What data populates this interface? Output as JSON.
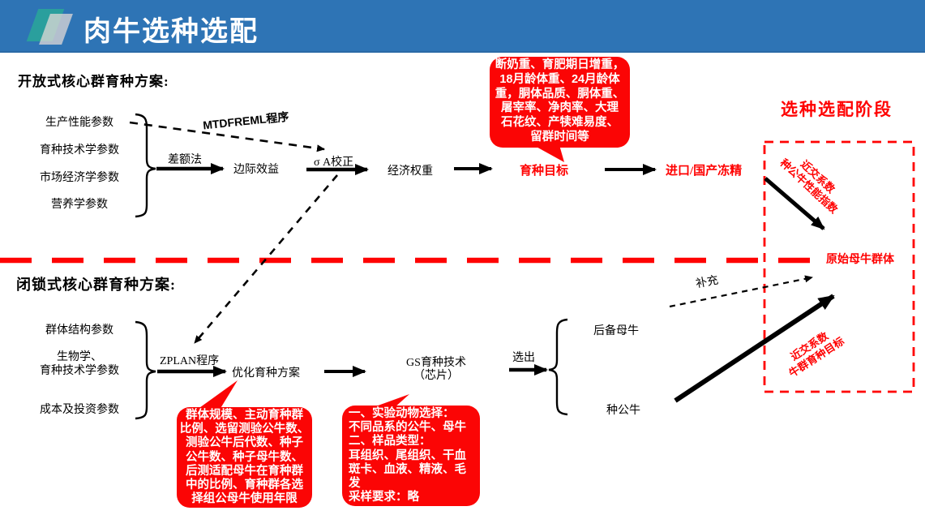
{
  "header": {
    "title": "肉牛选种选配"
  },
  "open_plan": {
    "heading": "开放式核心群育种方案:",
    "params": [
      "生产性能参数",
      "育种技术学参数",
      "市场经济学参数",
      "营养学参数"
    ],
    "difference_method": "差额法",
    "mtdfreml_label": "MTDFREML程序",
    "marginal_benefit": "边际效益",
    "sigma_correction": "σ A校正",
    "economic_weight": "经济权重",
    "breeding_goal": "育种目标",
    "semen_source": "进口/国产冻精",
    "goal_callout": "断奶重、育肥期日增重，\n18月龄体重、24月龄体\n重，胴体品质、胴体重、\n屠宰率、净肉率、大理\n石花纹、产犊难易度、\n留群时间等"
  },
  "closed_plan": {
    "heading": "闭锁式核心群育种方案:",
    "params": [
      "群体结构参数",
      "生物学、\n育种技术学参数",
      "成本及投资参数"
    ],
    "zplan_label": "ZPLAN程序",
    "optimized_plan": "优化育种方案",
    "gs_technology": "GS育种技术\n（芯片）",
    "select_out": "选出",
    "replacement_heifer": "后备母牛",
    "breeding_bull": "种公牛",
    "supplement": "补充",
    "optimize_callout": "群体规模、主动育种群\n比例、选留测验公牛数、\n测验公牛后代数、种子\n公牛数、种子母牛数、\n后测适配母牛在育种群\n中的比例、育种群各选\n择组公母牛使用年限",
    "gs_callout": "一、实验动物选择：\n不同品系的公牛、母牛\n二、样品类型：\n耳组织、尾组织、干血\n斑卡、血液、精液、毛\n发\n采样要求：略"
  },
  "selection_stage": {
    "heading": "选种选配阶段",
    "original_cow_group": "原始母牛群体",
    "top_diagonal_note": "近交系数\n种公牛性能指数",
    "bottom_diagonal_note": "近交系数\n牛群育种目标"
  },
  "colors": {
    "banner_blue": "#2e74b5",
    "accent_red": "#ff0000",
    "callout_red": "#fb0505",
    "logo_teal": "#2aa39b"
  }
}
